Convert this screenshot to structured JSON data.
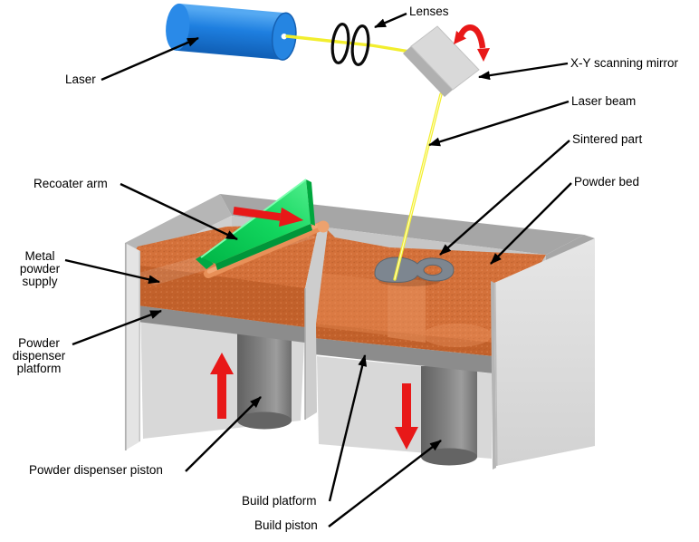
{
  "labels": {
    "laser": "Laser",
    "lenses": "Lenses",
    "xy_scanning_mirror": "X-Y scanning mirror",
    "laser_beam": "Laser beam",
    "sintered_part": "Sintered part",
    "powder_bed": "Powder bed",
    "recoater_arm": "Recoater arm",
    "metal_powder_supply": [
      "Metal",
      "powder",
      "supply"
    ],
    "powder_dispenser_platform": [
      "Powder",
      "dispenser",
      "platform"
    ],
    "powder_dispenser_piston": "Powder dispenser piston",
    "build_platform": "Build platform",
    "build_piston": "Build piston"
  },
  "motion_arrows": {
    "powder_dispenser_piston": "up",
    "build_piston": "down",
    "recoater_arm": "right",
    "scanning_mirror": "rotation"
  },
  "colors": {
    "powder_orange": "#d4713a",
    "powder_front": "#c2612b",
    "powder_light": "#eda26e",
    "platform_gray": "#8c8c8c",
    "rim_gray": "#a6a6a6",
    "wall_inner": "#d8d8d8",
    "divider_gray": "#cdcdcd",
    "laser_blue": "#1e7fe0",
    "beam_yellow": "#f2ee2e",
    "recoater_green": "#0ccc52",
    "arrow_red": "#e81818",
    "sintered_gray": "#7d8690"
  }
}
